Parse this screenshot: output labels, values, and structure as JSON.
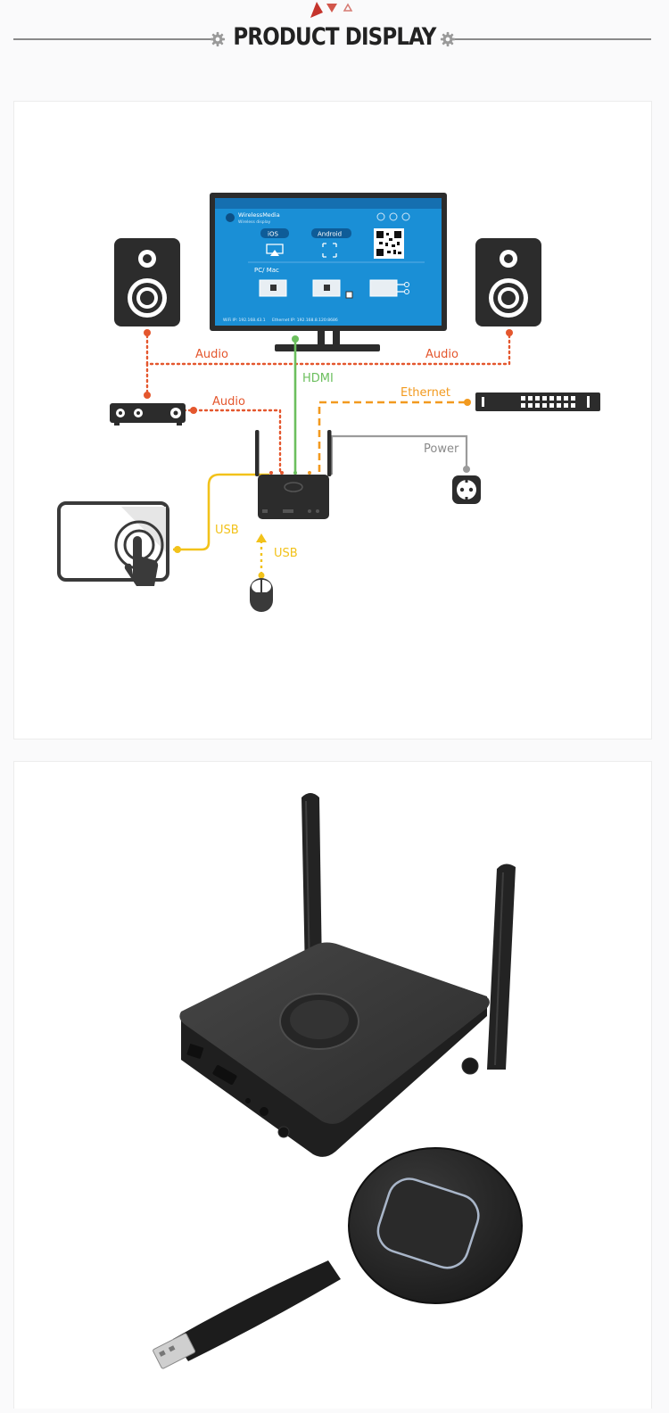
{
  "header": {
    "title": "PRODUCT DISPLAY"
  },
  "icons": {
    "gear_left": "gear-icon",
    "gear_right": "gear-icon",
    "decoration": "red-triangles-icon"
  },
  "colors": {
    "audio": "#e4572e",
    "hdmi": "#6cbf5e",
    "ethernet": "#f29a1f",
    "usb": "#f2c21a",
    "power": "#9b9b9b",
    "device": "#2a2a2a",
    "accent_red": "#c5342c"
  },
  "diagram": {
    "labels": {
      "audio_left": "Audio",
      "audio_right": "Audio",
      "audio_mid": "Audio",
      "hdmi": "HDMI",
      "ethernet": "Ethernet",
      "power": "Power",
      "usb_touch": "USB",
      "usb_mouse": "USB"
    },
    "screen": {
      "app_name": "WirelessMedia",
      "app_sub": "Wireless display",
      "ios": "iOS",
      "android": "Android",
      "pc_mac": "PC/ Mac",
      "footer_left": "WiFi IP: 192.168.43.1",
      "footer_right": "Ethernet IP: 192.168.8.120:8686"
    }
  }
}
